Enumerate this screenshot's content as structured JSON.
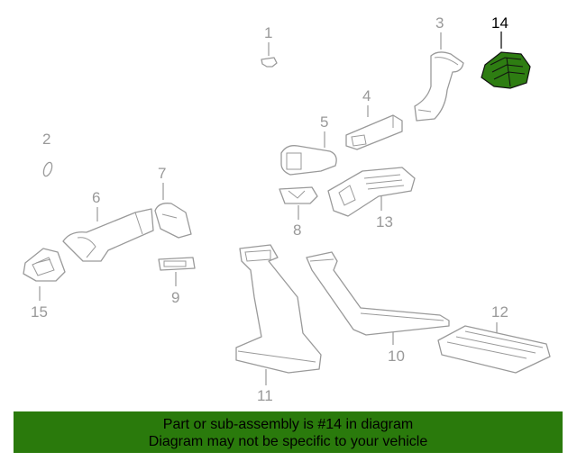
{
  "diagram": {
    "highlight_color": "#2a7a0c",
    "highlighted_part": "14",
    "callouts": [
      {
        "num": "1"
      },
      {
        "num": "2"
      },
      {
        "num": "3"
      },
      {
        "num": "4"
      },
      {
        "num": "5"
      },
      {
        "num": "6"
      },
      {
        "num": "7"
      },
      {
        "num": "8"
      },
      {
        "num": "9"
      },
      {
        "num": "10"
      },
      {
        "num": "11"
      },
      {
        "num": "12"
      },
      {
        "num": "13"
      },
      {
        "num": "14"
      },
      {
        "num": "15"
      }
    ]
  },
  "footer": {
    "line1": "Part or sub-assembly is #14 in diagram",
    "line2": "Diagram may not be specific to your vehicle"
  }
}
